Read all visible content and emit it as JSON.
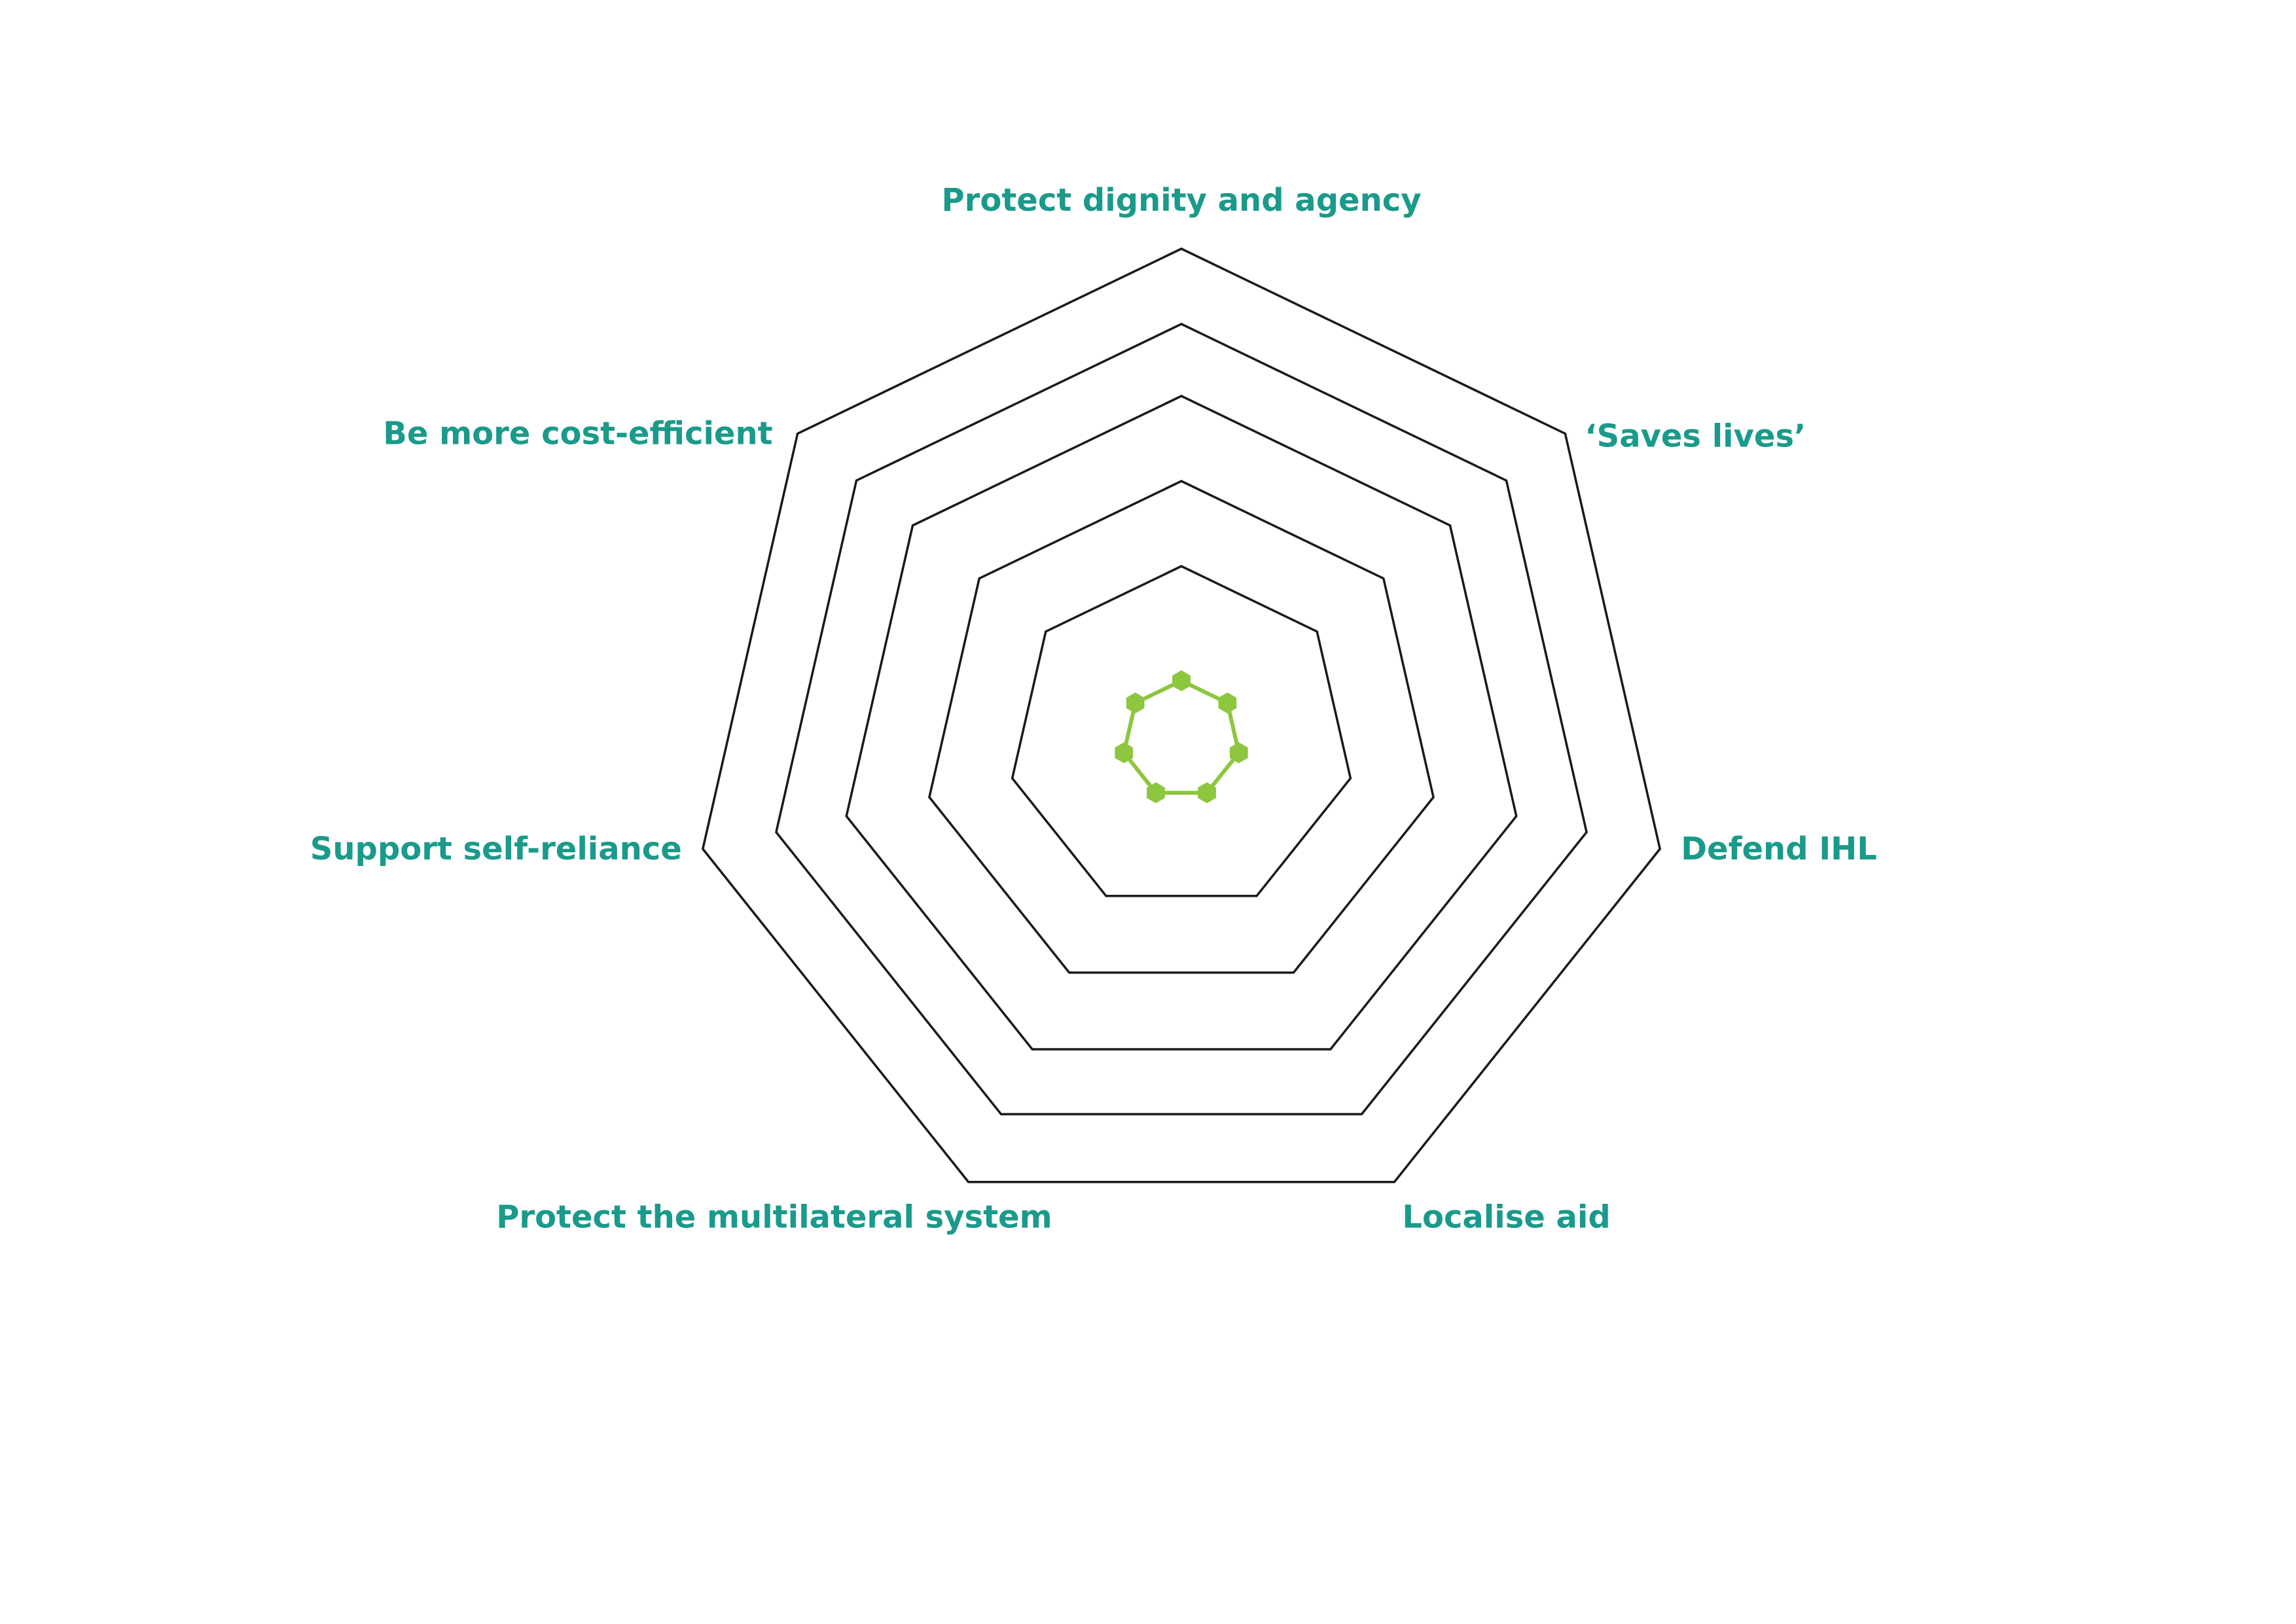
{
  "colors": {
    "label": "#1a9a8a",
    "grid": "#1a1a1a",
    "series": "#8dc63f",
    "background": "#ffffff"
  },
  "chart_data": {
    "type": "radar",
    "title": "",
    "axes": [
      "Protect dignity and agency",
      "‘Saves lives’",
      "Defend IHL",
      "Localise aid",
      "Protect the multilateral system",
      "Support self-reliance",
      "Be more cost-efficient"
    ],
    "rings": 5,
    "range": [
      0,
      5
    ],
    "grid": true,
    "legend": "none",
    "series": [
      {
        "values": [
          0.6,
          0.6,
          0.6,
          0.6,
          0.6,
          0.6,
          0.6
        ]
      }
    ]
  }
}
